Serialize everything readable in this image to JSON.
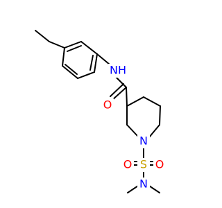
{
  "diagram": {
    "type": "skeletal-structure",
    "colors": {
      "carbon_bonds": "#000000",
      "nitrogen": "#0000ff",
      "oxygen": "#ff0000",
      "sulfur": "#c8a000",
      "background": "#ffffff"
    },
    "atom_labels": {
      "amide_nh": "NH",
      "carbonyl_o": "O",
      "piperidine_n": "N",
      "sulfonyl_s": "S",
      "sulfonyl_o_left": "O",
      "sulfonyl_o_right": "O",
      "dimethylamine_n": "N"
    }
  }
}
